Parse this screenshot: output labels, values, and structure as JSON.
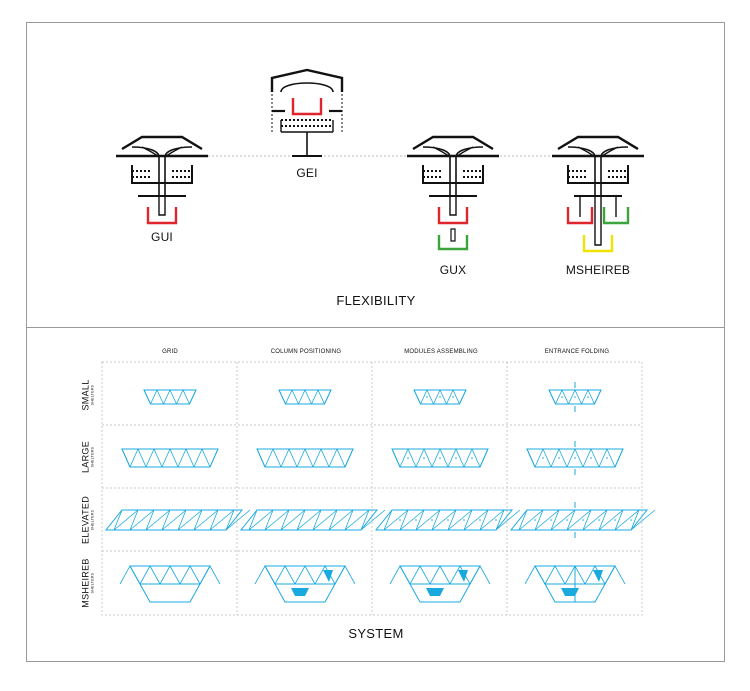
{
  "flexibility": {
    "title": "FLEXIBILITY",
    "labels": {
      "gui": "GUI",
      "gei": "GEI",
      "gux": "GUX",
      "msheireb": "MSHEIREB"
    }
  },
  "system": {
    "title": "SYSTEM",
    "columns": [
      "GRID",
      "COLUMN POSITIONING",
      "MODULES ASSEMBLING",
      "ENTRANCE FOLDING"
    ],
    "rows": [
      {
        "label": "SMALL",
        "sub": "SHELTERS"
      },
      {
        "label": "LARGE",
        "sub": "SHELTERS"
      },
      {
        "label": "ELEVATED",
        "sub": "SHELTERS"
      },
      {
        "label": "MSHEIREB",
        "sub": "SHELTERS"
      }
    ]
  },
  "colors": {
    "line": "#111111",
    "red": "#e0262c",
    "green": "#3ca43a",
    "yellow": "#f2e200",
    "cyan": "#1aa9df",
    "grid_dash": "#c8c8c8"
  }
}
